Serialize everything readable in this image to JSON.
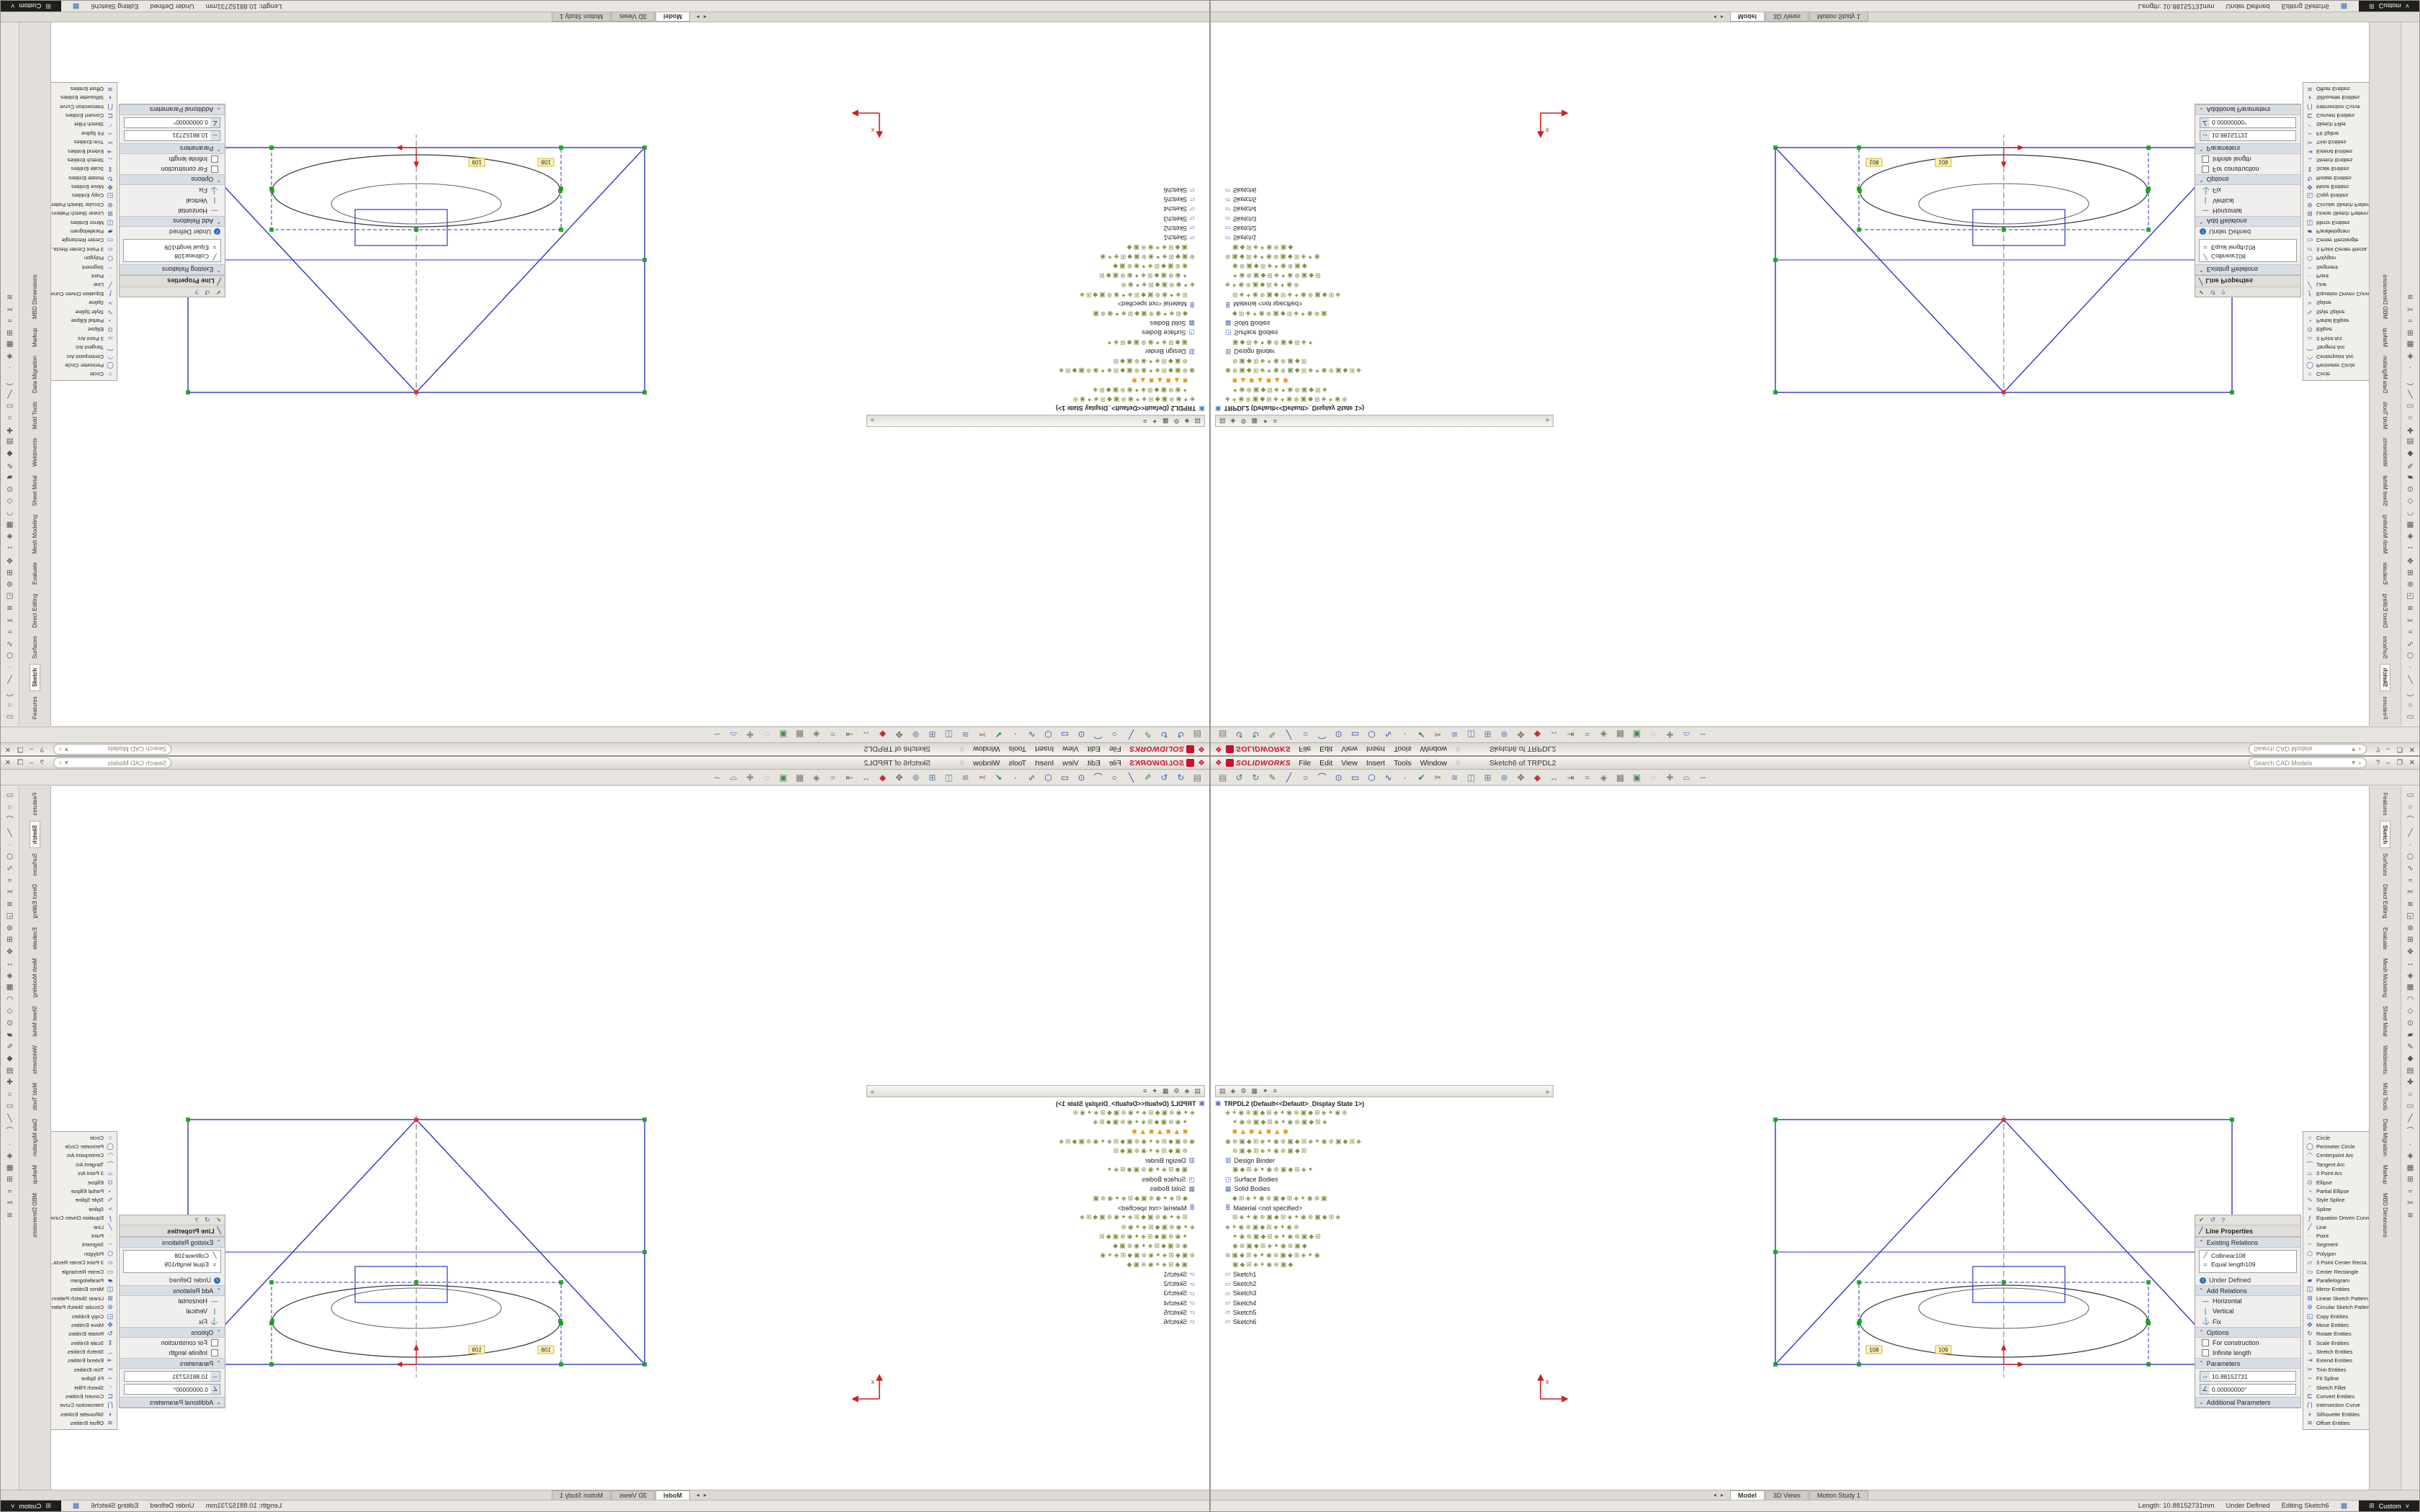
{
  "window": {
    "menu": {
      "logo": "SOLIDWORKS",
      "menus": [
        "File",
        "Edit",
        "View",
        "Insert",
        "Tools",
        "Window"
      ],
      "title": "Sketch6 of TRPDL2",
      "search_placeholder": "Search CAD Models",
      "help_label": "?"
    },
    "command_icons": [
      {
        "g": "▤",
        "c": "#7a766f"
      },
      {
        "g": "↺",
        "c": "#3f6fb0"
      },
      {
        "g": "↻",
        "c": "#3f6fb0"
      },
      {
        "g": "✎",
        "c": "#3f8a3f"
      },
      {
        "g": "╱",
        "c": "#2a4fae"
      },
      {
        "g": "○",
        "c": "#2a4fae"
      },
      {
        "g": "⌒",
        "c": "#2a4fae"
      },
      {
        "g": "⊙",
        "c": "#2a4fae"
      },
      {
        "g": "▭",
        "c": "#2a4fae"
      },
      {
        "g": "⬡",
        "c": "#2a4fae"
      },
      {
        "g": "∿",
        "c": "#2a4fae"
      },
      {
        "g": "·",
        "c": "#333333"
      },
      {
        "g": "✔",
        "c": "#2d8a2d"
      },
      {
        "g": "✂",
        "c": "#a85f28"
      },
      {
        "g": "≋",
        "c": "#5b7fae"
      },
      {
        "g": "◫",
        "c": "#5b7fae"
      },
      {
        "g": "⊞",
        "c": "#5b7fae"
      },
      {
        "g": "⊛",
        "c": "#5b7fae"
      },
      {
        "g": "✥",
        "c": "#6d6a64"
      },
      {
        "g": "◆",
        "c": "#c03038"
      },
      {
        "g": "↔",
        "c": "#6d6a64"
      },
      {
        "g": "⇥",
        "c": "#6d6a64"
      },
      {
        "g": "≈",
        "c": "#5b7fae"
      },
      {
        "g": "◈",
        "c": "#7a766f"
      },
      {
        "g": "▦",
        "c": "#7a766f"
      },
      {
        "g": "▣",
        "c": "#4a8a4a"
      },
      {
        "g": "◌",
        "c": "#888888"
      },
      {
        "g": "✚",
        "c": "#888888"
      },
      {
        "g": "⌓",
        "c": "#2a4fae"
      },
      {
        "g": "∽",
        "c": "#5b7fae"
      }
    ],
    "tree": {
      "header_icons": [
        "▤",
        "◈",
        "⚙",
        "▦",
        "✦",
        "≡"
      ],
      "rows": [
        {
          "icon": "▣",
          "label": "TRPDL2 (Default<<Default>_Display State 1>)",
          "cls": "hdr"
        },
        {
          "chain": "◈✦◉⊕▣◆⊞◈✦◉⊕▣◆⊞◈✦◉⊕",
          "indent": 1
        },
        {
          "chain": "✦◉⊕▣◆⊞◈✦◉⊕▣◆⊞◈",
          "indent": 2
        },
        {
          "chain": "■▲■▲■▲■",
          "cls": "colorful",
          "indent": 2
        },
        {
          "chain": "◉⊕▣◆⊞◈✦◉⊕▣◆⊞◈✦◉⊕▣◆⊞◈",
          "indent": 1
        },
        {
          "chain": "⊕▣◆⊞◈✦◉⊕▣◆⊞",
          "indent": 2
        },
        {
          "icon": "▥",
          "label": "Design Binder",
          "indent": 1
        },
        {
          "chain": "▣◆⊞◈✦◉⊕▣◆⊞◈✦",
          "indent": 2
        },
        {
          "icon": "◳",
          "label": "Surface Bodies",
          "indent": 1
        },
        {
          "icon": "▦",
          "label": "Solid Bodies",
          "indent": 1
        },
        {
          "chain": "◆⊞◈✦◉⊕▣◆⊞◈✦◉⊕▣",
          "indent": 2
        },
        {
          "icon": "≣",
          "label": "Material <not specified>",
          "indent": 1
        },
        {
          "chain": "⊞◈✦◉⊕▣◆⊞◈✦◉⊕▣◆⊞◈",
          "indent": 2
        },
        {
          "chain": "◈✦◉⊕▣◆⊞◈✦◉⊕",
          "indent": 1
        },
        {
          "chain": "✦◉⊕▣◆⊞◈✦◉⊕▣◆⊞",
          "indent": 2
        },
        {
          "chain": "◉⊕▣◆⊞◈✦◉⊕▣◆",
          "indent": 2
        },
        {
          "chain": "⊕▣◆⊞◈✦◉⊕▣◆⊞◈✦◉",
          "indent": 1
        },
        {
          "chain": "▣◆⊞◈✦◉⊕▣◆",
          "indent": 2
        },
        {
          "icon": "▱",
          "label": "Sketch1",
          "indent": 1
        },
        {
          "icon": "▱",
          "label": "Sketch2",
          "indent": 1
        },
        {
          "icon": "▱",
          "label": "Sketch3",
          "indent": 1
        },
        {
          "icon": "▱",
          "label": "Sketch4",
          "indent": 1
        },
        {
          "icon": "▱",
          "label": "Sketch5",
          "indent": 1
        },
        {
          "icon": "▱",
          "label": "Sketch6",
          "indent": 1
        }
      ]
    },
    "property_manager": {
      "title": "Line Properties",
      "existing_relations": {
        "label": "Existing Relations",
        "items": [
          {
            "icon": "╱",
            "label": "Collinear108"
          },
          {
            "icon": "=",
            "label": "Equal length109"
          }
        ]
      },
      "status_label": "Under Defined",
      "add_relations": {
        "label": "Add Relations",
        "items": [
          {
            "icon": "—",
            "label": "Horizontal"
          },
          {
            "icon": "|",
            "label": "Vertical"
          },
          {
            "icon": "⚓",
            "label": "Fix"
          }
        ]
      },
      "options": {
        "label": "Options",
        "items": [
          {
            "label": "For construction"
          },
          {
            "label": "Infinite length"
          }
        ]
      },
      "parameters": {
        "label": "Parameters",
        "fields": [
          {
            "icon": "↔",
            "value": "10.88152731"
          },
          {
            "icon": "∠",
            "value": "0.00000000°"
          }
        ]
      },
      "additional_label": "Additional Parameters"
    },
    "tool_flyout": [
      {
        "g": "○",
        "label": "Circle"
      },
      {
        "g": "◯",
        "label": "Perimeter Circle"
      },
      {
        "g": "◠",
        "label": "Centerpoint Arc"
      },
      {
        "g": "⌒",
        "label": "Tangent Arc"
      },
      {
        "g": "⌓",
        "label": "3 Point Arc"
      },
      {
        "g": "⊙",
        "label": "Ellipse"
      },
      {
        "g": "◔",
        "label": "Partial Ellipse"
      },
      {
        "g": "∿",
        "label": "Style Spline"
      },
      {
        "g": "≈",
        "label": "Spline"
      },
      {
        "g": "ƒ",
        "label": "Equation Driven Curve"
      },
      {
        "g": "╱",
        "label": "Line"
      },
      {
        "g": "·",
        "label": "Point"
      },
      {
        "g": "╌",
        "label": "Segment"
      },
      {
        "g": "⬡",
        "label": "Polygon"
      },
      {
        "g": "▱",
        "label": "3 Point Center Recta..."
      },
      {
        "g": "▭",
        "label": "Center Rectangle"
      },
      {
        "g": "▰",
        "label": "Parallelogram"
      },
      {
        "g": "◫",
        "label": "Mirror Entities"
      },
      {
        "g": "⊞",
        "label": "Linear Sketch Pattern"
      },
      {
        "g": "⊛",
        "label": "Circular Sketch Pattern"
      },
      {
        "g": "◱",
        "label": "Copy Entities"
      },
      {
        "g": "✥",
        "label": "Move Entities"
      },
      {
        "g": "↻",
        "label": "Rotate Entities"
      },
      {
        "g": "⇕",
        "label": "Scale Entities"
      },
      {
        "g": "↔",
        "label": "Stretch Entities"
      },
      {
        "g": "⇥",
        "label": "Extend Entities"
      },
      {
        "g": "✂",
        "label": "Trim Entities"
      },
      {
        "g": "∽",
        "label": "Fit Spline"
      },
      {
        "g": "◜",
        "label": "Sketch Fillet"
      },
      {
        "g": "⊏",
        "label": "Convert Entities"
      },
      {
        "g": "⋂",
        "label": "Intersection Curve"
      },
      {
        "g": "◗",
        "label": "Silhouette Entities"
      },
      {
        "g": "≋",
        "label": "Offset Entities"
      }
    ],
    "vtabs": [
      {
        "label": "Features"
      },
      {
        "label": "Sketch",
        "active": true
      },
      {
        "label": "Surfaces"
      },
      {
        "label": "Direct Editing"
      },
      {
        "label": "Evaluate"
      },
      {
        "label": "Mesh Modeling"
      },
      {
        "label": "Sheet Metal"
      },
      {
        "label": "Weldments"
      },
      {
        "label": "Mold Tools"
      },
      {
        "label": "Data Migration"
      },
      {
        "label": "Markup"
      },
      {
        "label": "MBD Dimensions"
      }
    ],
    "edge_icons": [
      "▭",
      "○",
      "⌒",
      "╱",
      "·",
      "⬡",
      "∿",
      "≈",
      "✂",
      "≋",
      "◱",
      "⊛",
      "⊞",
      "✥",
      "↔",
      "◈",
      "▦",
      "◠",
      "◇",
      "⊙",
      "▰",
      "✎",
      "◆",
      "▤",
      "✚",
      "○",
      "▭",
      "╱",
      "⌒",
      "·",
      "◈",
      "▦",
      "⊞",
      "≈",
      "✂",
      "≋"
    ],
    "model_tabs": [
      {
        "label": "Model",
        "active": true
      },
      {
        "label": "3D Views"
      },
      {
        "label": "Motion Study 1"
      }
    ],
    "status_bar": {
      "length_label": "Length: 10.88152731mm",
      "state": "Under Defined",
      "editing": "Editing Sketch6",
      "custom_label": "Custom"
    },
    "sketch": {
      "dim_tags": [
        "108",
        "109"
      ],
      "triad_x": "x"
    }
  },
  "colors": {
    "accent_red": "#c8102e",
    "sketch_blue": "#2a35c0",
    "relation_green": "#12b212",
    "origin_red": "#cc2222"
  }
}
